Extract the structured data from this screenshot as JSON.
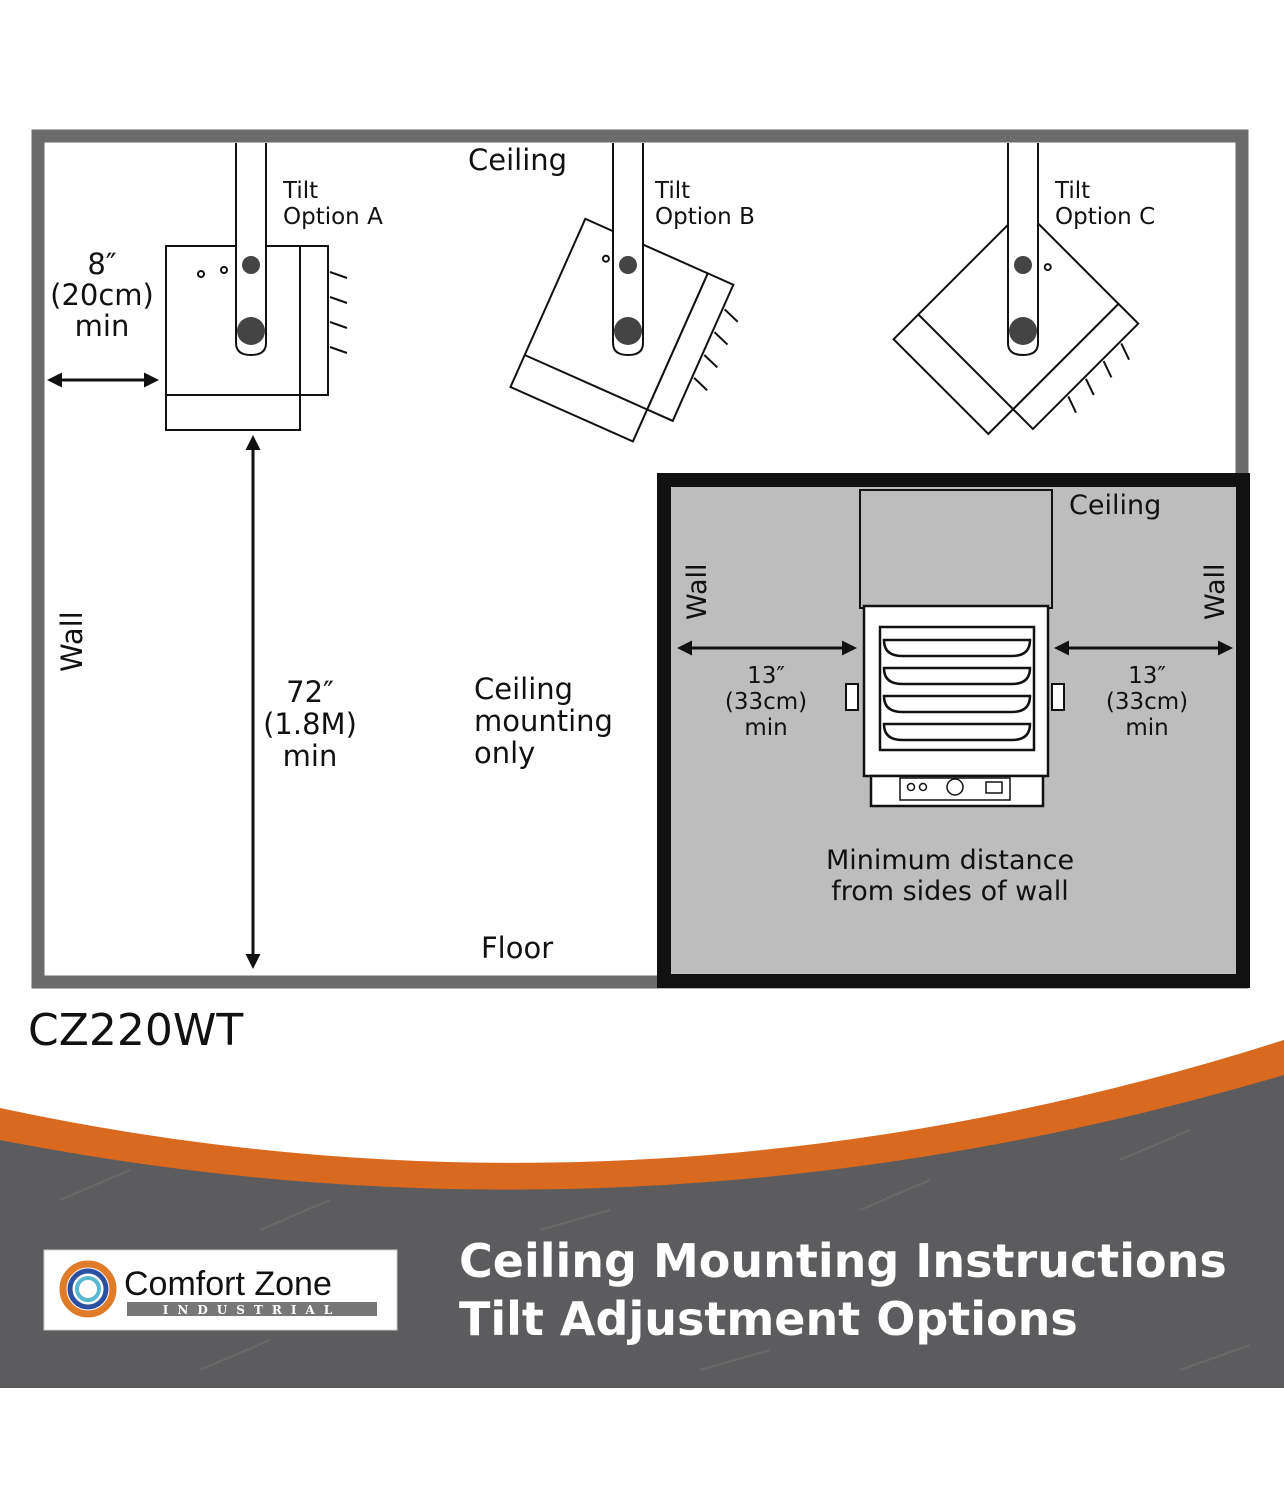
{
  "model": "CZ220WT",
  "main_diagram": {
    "ceiling": "Ceiling",
    "floor": "Floor",
    "wall": "Wall",
    "tilt_a": [
      "Tilt",
      "Option A"
    ],
    "tilt_b": [
      "Tilt",
      "Option B"
    ],
    "tilt_c": [
      "Tilt",
      "Option C"
    ],
    "wall_clearance": [
      "8″",
      "(20cm)",
      "min"
    ],
    "floor_clearance": [
      "72″",
      "(1.8M)",
      "min"
    ],
    "note": [
      "Ceiling",
      "mounting",
      "only"
    ]
  },
  "inset": {
    "ceiling": "Ceiling",
    "wall_left": "Wall",
    "wall_right": "Wall",
    "left_clearance": [
      "13″",
      "(33cm)",
      "min"
    ],
    "right_clearance": [
      "13″",
      "(33cm)",
      "min"
    ],
    "caption": [
      "Minimum distance",
      "from sides of wall"
    ]
  },
  "banner": {
    "logo_name": "Comfort Zone",
    "logo_sub": "INDUSTRIAL",
    "title_lines": [
      "Ceiling Mounting Instructions",
      "Tilt Adjustment Options"
    ]
  },
  "colors": {
    "accent": "#d9691f",
    "band": "#5c5c5e",
    "inset_bg": "#bdbdbd"
  }
}
